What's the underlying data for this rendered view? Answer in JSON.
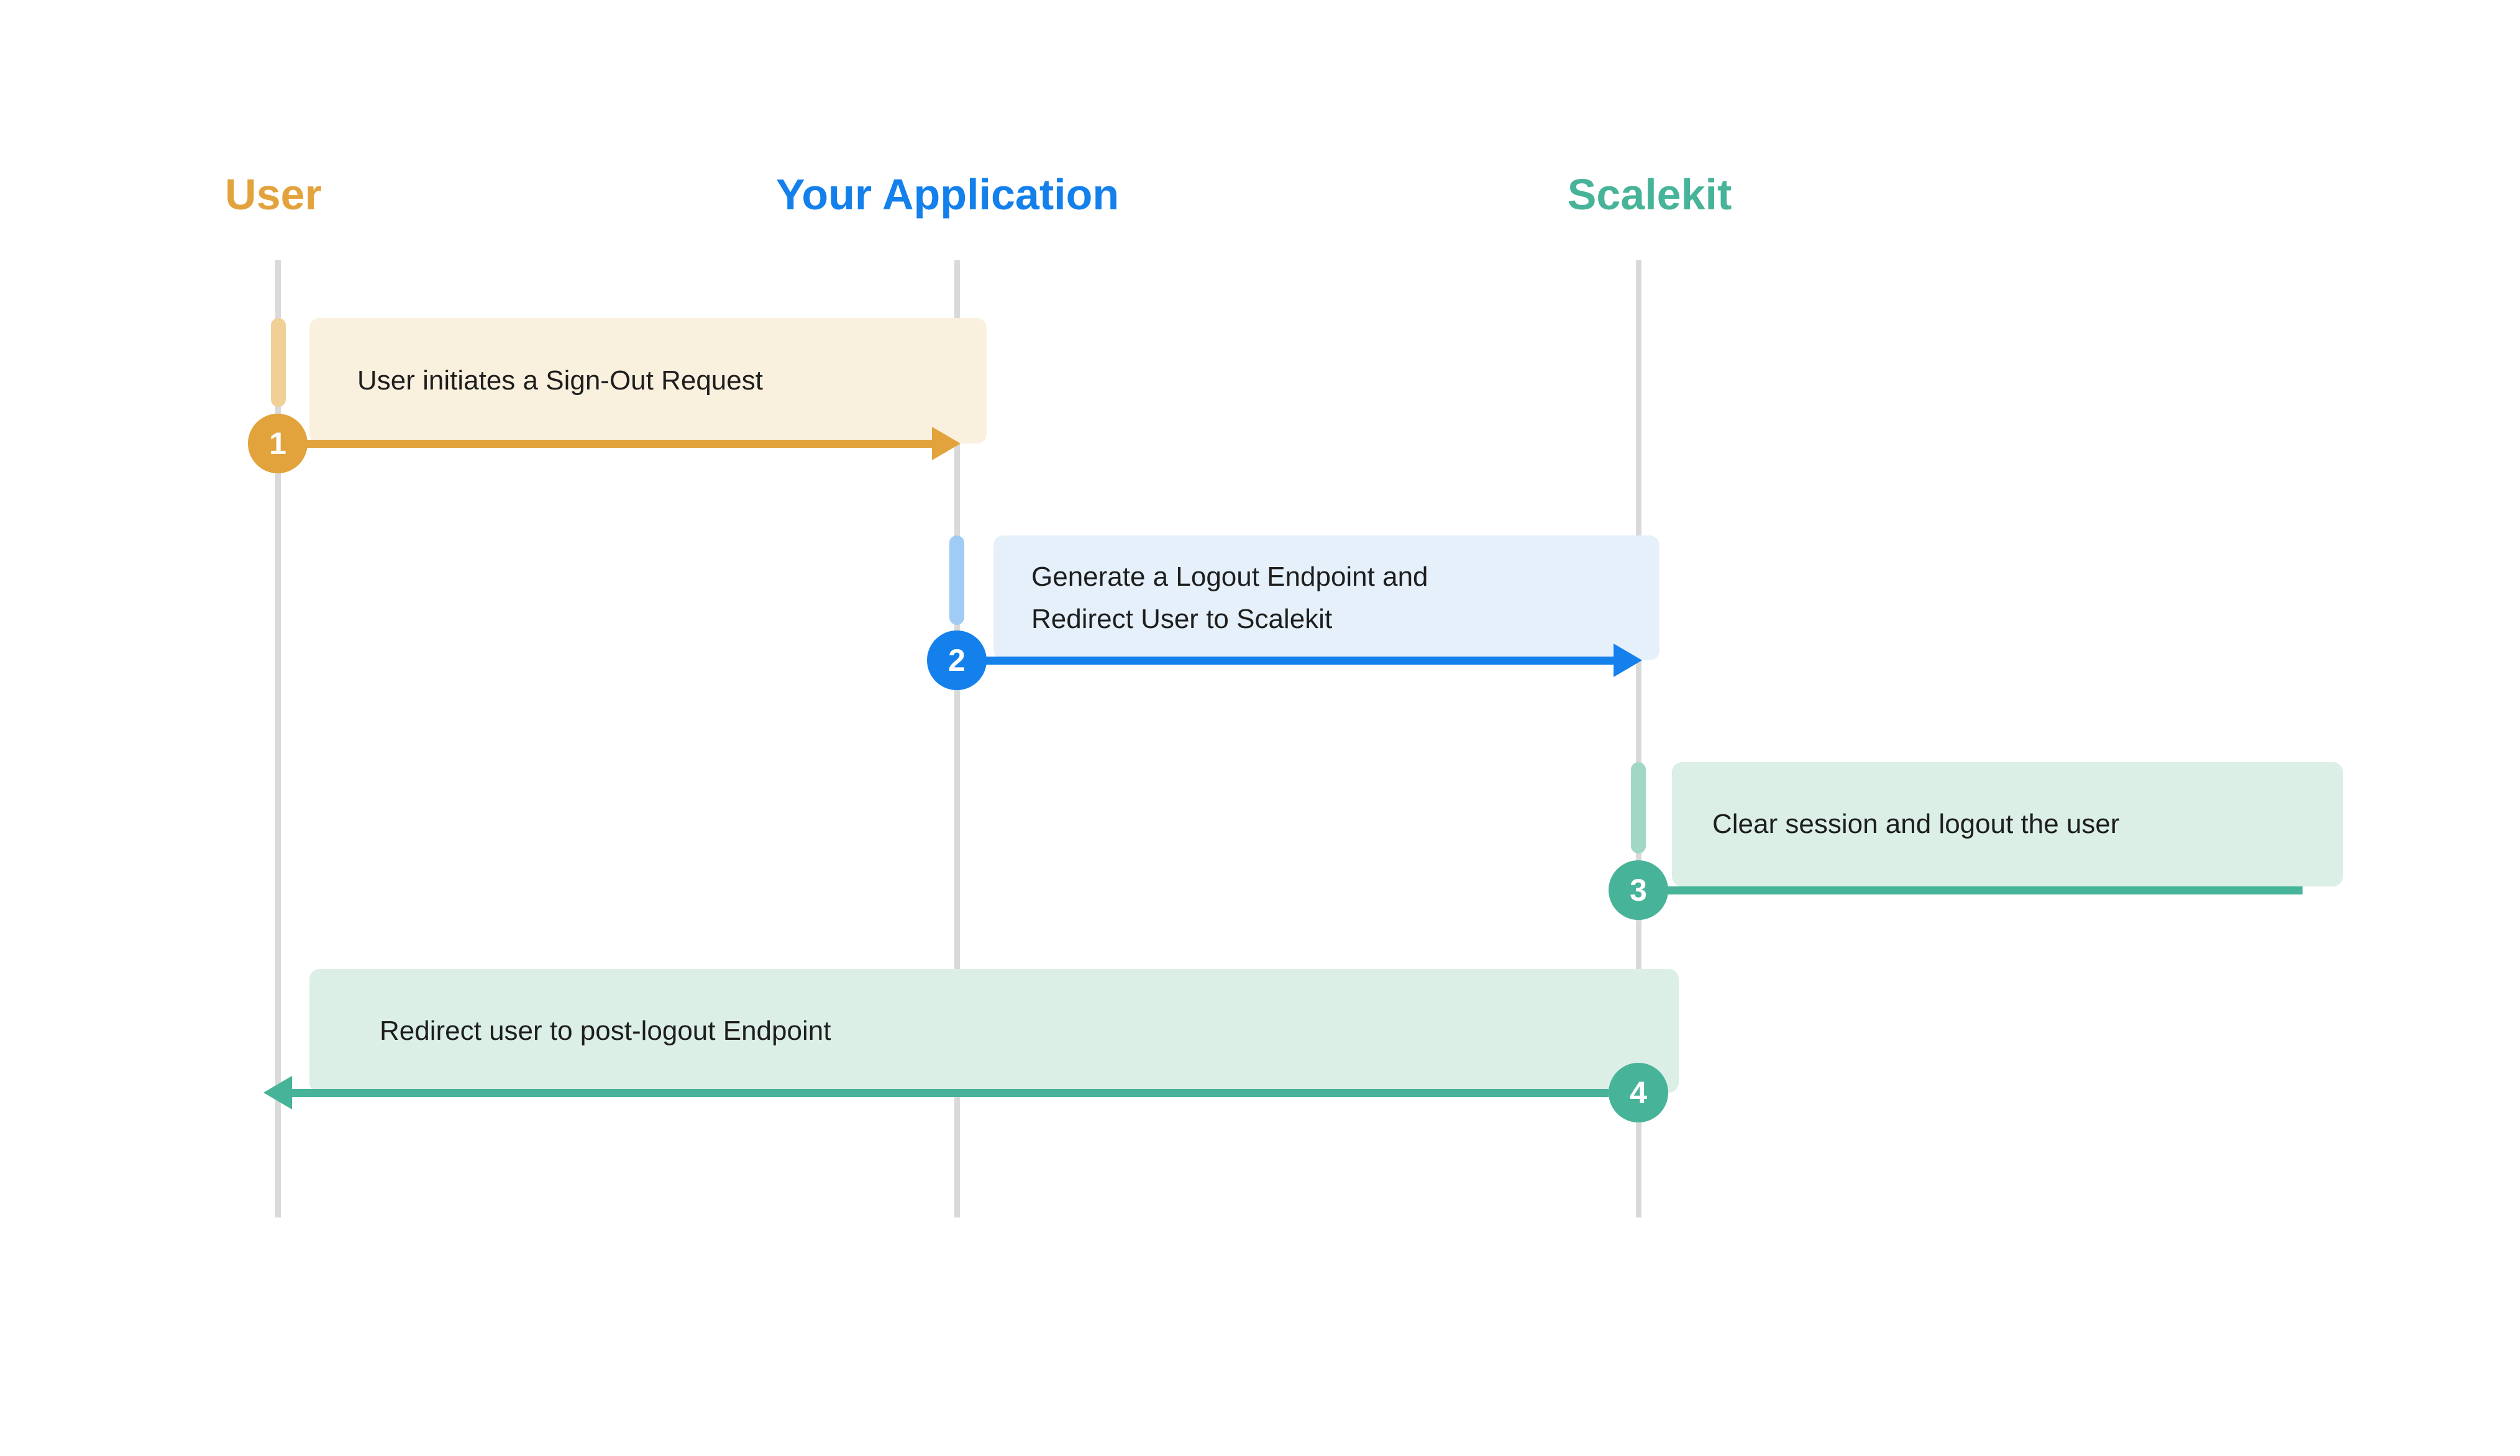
{
  "diagram_type": "sequence-diagram",
  "actors": [
    {
      "id": "user",
      "label": "User"
    },
    {
      "id": "your-application",
      "label": "Your Application"
    },
    {
      "id": "scalekit",
      "label": "Scalekit"
    }
  ],
  "messages": [
    {
      "number": "1",
      "from": "user",
      "to": "your-application",
      "direction": "right",
      "lines": [
        "User initiates a Sign-Out Request"
      ]
    },
    {
      "number": "2",
      "from": "your-application",
      "to": "scalekit",
      "direction": "right",
      "lines": [
        "Generate a Logout Endpoint and",
        "Redirect User to Scalekit"
      ]
    },
    {
      "number": "3",
      "from": "scalekit",
      "to": "scalekit",
      "direction": "none",
      "lines": [
        "Clear session and logout the user"
      ]
    },
    {
      "number": "4",
      "from": "scalekit",
      "to": "user",
      "direction": "left",
      "lines": [
        "Redirect user to post-logout Endpoint"
      ]
    }
  ],
  "colors": {
    "background": "#FFFFFF",
    "lifeline": "#D9D9D9",
    "text": "#1E1E1E",
    "badge_text": "#FFFFFF",
    "user_accent": "#E2A33C",
    "user_activation": "#F0D096",
    "user_box": "#FAF0DE",
    "app_accent": "#1380EB",
    "app_activation": "#A0CBF5",
    "app_box": "#E5F0FB",
    "scalekit_accent": "#47B399",
    "scalekit_activation": "#A0D8C5",
    "scalekit_box": "#DBEFE7"
  }
}
